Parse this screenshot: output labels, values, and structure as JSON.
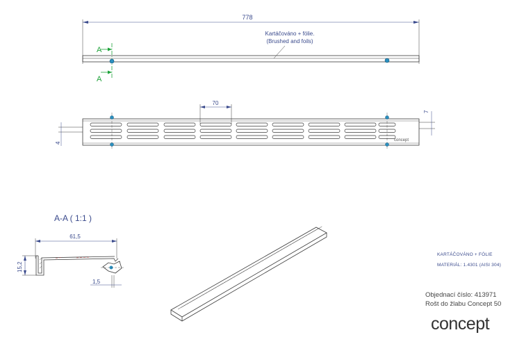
{
  "top_view": {
    "overall_length": "778",
    "finish_note_cz": "Kartáčováno + fólie.",
    "finish_note_en": "(Brushed and foils)",
    "section_marker_top": "A",
    "section_marker_bottom": "A"
  },
  "plan_view": {
    "slot_width": "70",
    "right_dim": "7",
    "left_dim": "4",
    "brand_mark": "concept"
  },
  "section": {
    "title": "A-A ( 1:1 )",
    "width": "61,5",
    "height": "15,2",
    "thickness": "1,5"
  },
  "spec": {
    "finish": "KARTÁČOVÁNO + FÓLIE",
    "material": "MATERIÁL: 1.4301 (AISI 304)"
  },
  "order": {
    "number_line": "Objednací číslo: 413971",
    "product_line": "Rošt do žlabu Concept 50"
  },
  "logo": "concept",
  "colors": {
    "drawing": "#3a3a3a",
    "dimension": "#3a4a8c",
    "section_label": "#1fa33a",
    "marker_dot": "#2a8fbf"
  }
}
